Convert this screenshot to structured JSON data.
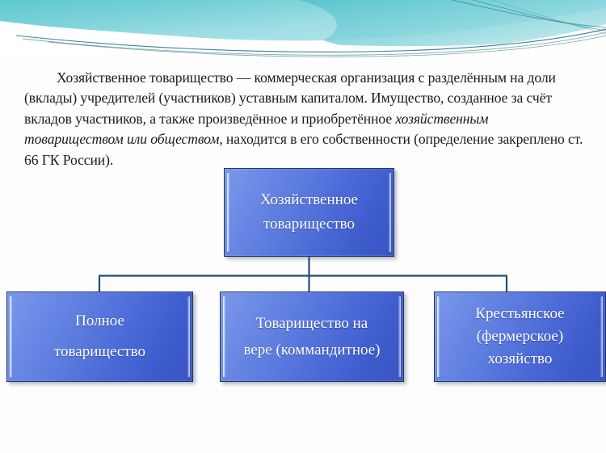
{
  "slide": {
    "background_color": "#fdfdfd",
    "banner": {
      "name": "decorative-wave-banner",
      "colors": {
        "turquoise": "#5fc8d2",
        "turquoise_light": "#8fd9de",
        "cyan_pale": "#a9e0e6",
        "teal_line": "#1f6f7a",
        "teal_line_dark": "#14525c",
        "white": "#ffffff"
      }
    },
    "paragraph": {
      "segments": [
        {
          "text": "Хозяйственное товарищество — коммерческая организация с разделённым на доли (вклады) учредителей (участников) уставным капиталом. Имущество, созданное за счёт вкладов участников, а также произведённое и приобретённое ",
          "style": "normal"
        },
        {
          "text": "хозяйственным товариществом или обществом",
          "style": "italic"
        },
        {
          "text": ", находится в его собственности (определение закреплено ст. 66 ГК России).",
          "style": "normal"
        }
      ],
      "full_text": "Хозяйственное товарищество — коммерческая организация с разделённым на доли (вклады) учредителей (участников) уставным капиталом. Имущество, созданное за счёт вкладов участников, а также произведённое и приобретённое хозяйственным товариществом или обществом, находится в его собственности (определение закреплено ст. 66 ГК России)."
    }
  },
  "chart_data": {
    "type": "diagram",
    "diagram_kind": "organizational-tree",
    "title": "Хозяйственное товарищество",
    "node_style": {
      "fill_gradient_from": "#7b99e8",
      "fill_gradient_to": "#3a55c4",
      "border_color": "#1f3864",
      "text_color": "#ffffff",
      "connector_color": "#1f4e79"
    },
    "nodes": [
      {
        "id": "root",
        "label": "Хозяйственное\nтоварищество",
        "level": 0
      },
      {
        "id": "full",
        "label": "Полное\nтоварищество",
        "level": 1
      },
      {
        "id": "faith",
        "label": "Товарищество на\nвере (коммандитное)",
        "level": 1
      },
      {
        "id": "farm",
        "label": "Крестьянское\n(фермерское)\nхозяйство",
        "level": 1
      }
    ],
    "edges": [
      {
        "from": "root",
        "to": "full"
      },
      {
        "from": "root",
        "to": "faith"
      },
      {
        "from": "root",
        "to": "farm"
      }
    ]
  },
  "org": {
    "root": {
      "label": "Хозяйственное\nтоварищество"
    },
    "full": {
      "label": "Полное\nтоварищество"
    },
    "faith": {
      "label": "Товарищество на\nвере (коммандитное)"
    },
    "farm": {
      "label": "Крестьянское\n(фермерское)\nхозяйство"
    }
  }
}
